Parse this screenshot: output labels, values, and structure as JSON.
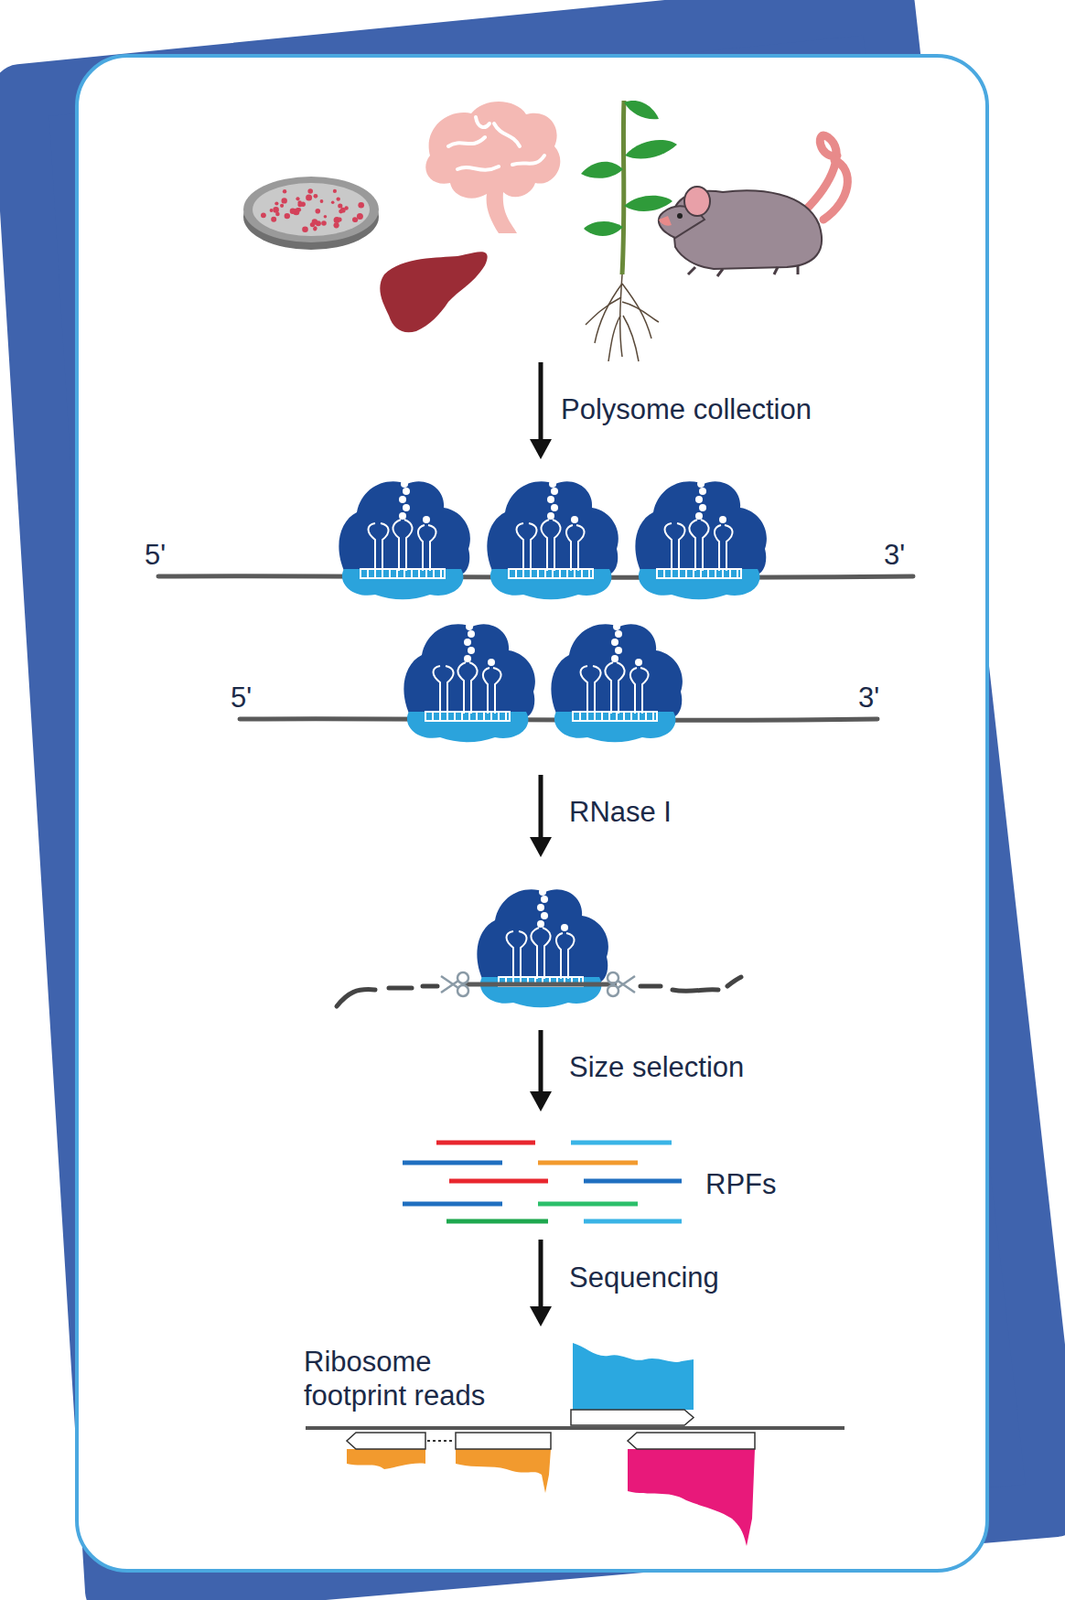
{
  "diagram": {
    "labels": [
      "Polysome collection",
      "5'",
      "3'",
      "5'",
      "3'",
      "RNase I",
      "Size selection",
      "RPFs",
      "Sequencing",
      "Ribosome footprint reads"
    ]
  }
}
